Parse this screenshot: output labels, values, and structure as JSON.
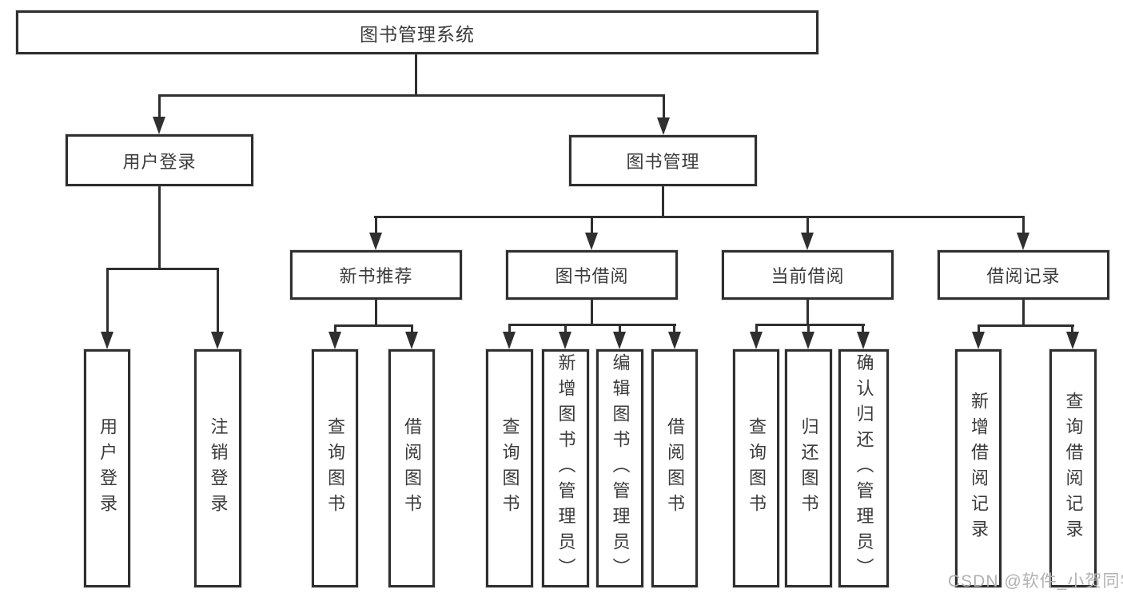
{
  "tree": {
    "label": "图书管理系统",
    "children": [
      {
        "label": "用户登录",
        "children": [
          {
            "label": "用户登录"
          },
          {
            "label": "注销登录"
          }
        ]
      },
      {
        "label": "图书管理",
        "children": [
          {
            "label": "新书推荐",
            "children": [
              {
                "label": "查询图书"
              },
              {
                "label": "借阅图书"
              }
            ]
          },
          {
            "label": "图书借阅",
            "children": [
              {
                "label": "查询图书"
              },
              {
                "label": "新增图书（管理员）"
              },
              {
                "label": "编辑图书（管理员）"
              },
              {
                "label": "借阅图书"
              }
            ]
          },
          {
            "label": "当前借阅",
            "children": [
              {
                "label": "查询图书"
              },
              {
                "label": "归还图书"
              },
              {
                "label": "确认归还（管理员）"
              }
            ]
          },
          {
            "label": "借阅记录",
            "children": [
              {
                "label": "新增借阅记录"
              },
              {
                "label": "查询借阅记录"
              }
            ]
          }
        ]
      }
    ]
  },
  "watermark": {
    "text": "CSDN @软件_小贺同学"
  },
  "colors": {
    "line": "#2f2f2f",
    "text": "#3b3b3b",
    "watermark": "#b2b2b2",
    "background": "#ffffff"
  }
}
